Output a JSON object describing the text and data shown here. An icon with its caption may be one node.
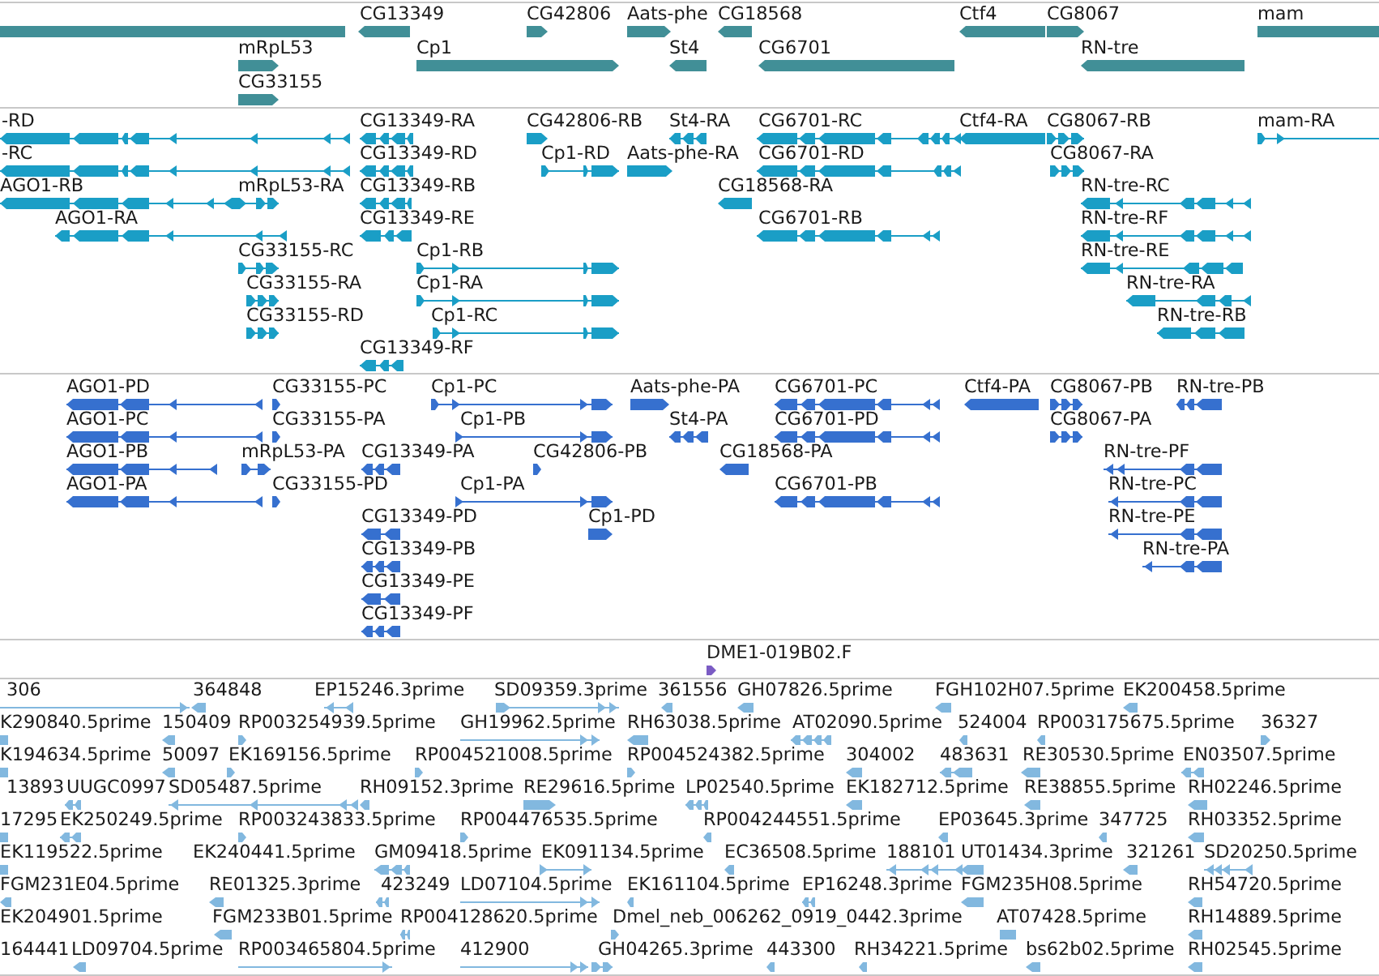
{
  "diagram": {
    "labels": [
      "CG13349",
      "CG42806",
      "Aats-phe",
      "CG18568",
      "Ctf4",
      "CG8067",
      "mam",
      "mRpL53",
      "Cp1",
      "St4",
      "CG6701",
      "RN-tre",
      "CG33155",
      "-RD",
      "CG13349-RA",
      "CG42806-RB",
      "St4-RA",
      "CG6701-RC",
      "Ctf4-RA",
      "CG8067-RB",
      "mam-RA",
      "-RC",
      "CG13349-RD",
      "Cp1-RD",
      "Aats-phe-RA",
      "CG6701-RD",
      "CG8067-RA",
      "AGO1-RB",
      "mRpL53-RA",
      "CG13349-RB",
      "CG18568-RA",
      "RN-tre-RC",
      "AGO1-RA",
      "CG13349-RE",
      "CG6701-RB",
      "RN-tre-RF",
      "CG33155-RC",
      "Cp1-RB",
      "RN-tre-RE",
      "CG33155-RA",
      "Cp1-RA",
      "RN-tre-RA",
      "CG33155-RD",
      "Cp1-RC",
      "RN-tre-RB",
      "CG13349-RF",
      "AGO1-PD",
      "CG33155-PC",
      "Cp1-PC",
      "Aats-phe-PA",
      "CG6701-PC",
      "Ctf4-PA",
      "CG8067-PB",
      "RN-tre-PB",
      "AGO1-PC",
      "CG33155-PA",
      "Cp1-PB",
      "St4-PA",
      "CG6701-PD",
      "CG8067-PA",
      "AGO1-PB",
      "mRpL53-PA",
      "CG13349-PA",
      "CG42806-PB",
      "CG18568-PA",
      "RN-tre-PF",
      "AGO1-PA",
      "CG33155-PD",
      "Cp1-PA",
      "CG6701-PB",
      "RN-tre-PC",
      "CG13349-PD",
      "Cp1-PD",
      "RN-tre-PE",
      "CG13349-PB",
      "RN-tre-PA",
      "CG13349-PE",
      "CG13349-PF",
      "DME1-019B02.F",
      "306",
      "364848",
      "EP15246.3prime",
      "SD09359.3prime",
      "361556",
      "GH07826.5prime",
      "FGH102H07.5prime",
      "EK200458.5prime",
      "K290840.5prime",
      "150409",
      "RP003254939.5prime",
      "GH19962.5prime",
      "RH63038.5prime",
      "AT02090.5prime",
      "524004",
      "RP003175675.5prime",
      "36327",
      "K194634.5prime",
      "50097",
      "EK169156.5prime",
      "RP004521008.5prime",
      "RP004524382.5prime",
      "304002",
      "483631",
      "RE30530.5prime",
      "EN03507.5prime",
      "13893",
      "UUGC0997",
      "SD05487.5prime",
      "RH09152.3prime",
      "RE29616.5prime",
      "LP02540.5prime",
      "EK182712.5prime",
      "RE38855.5prime",
      "RH02246.5prime",
      "17295",
      "EK250249.5prime",
      "RP003243833.5prime",
      "RP004476535.5prime",
      "RP004244551.5prime",
      "EP03645.3prime",
      "347725",
      "RH03352.5prime",
      "EK119522.5prime",
      "EK240441.5prime",
      "GM09418.5prime",
      "EK091134.5prime",
      "EC36508.5prime",
      "188101",
      "UT01434.3prime",
      "321261",
      "SD20250.5prime",
      "FGM231E04.5prime",
      "RE01325.3prime",
      "423249",
      "LD07104.5prime",
      "EK161104.5prime",
      "EP16248.3prime",
      "FGM235H08.5prime",
      "RH54720.5prime",
      "EK204901.5prime",
      "FGM233B01.5prime",
      "RP004128620.5prime",
      "Dmel_neb_006262_0919_0442.3prime",
      "AT07428.5prime",
      "RH14889.5prime",
      "164441",
      "LD09704.5prime",
      "RP003465804.5prime",
      "412900",
      "GH04265.3prime",
      "443300",
      "RH34221.5prime",
      "bs62b02.5prime",
      "RH02545.5prime"
    ]
  }
}
